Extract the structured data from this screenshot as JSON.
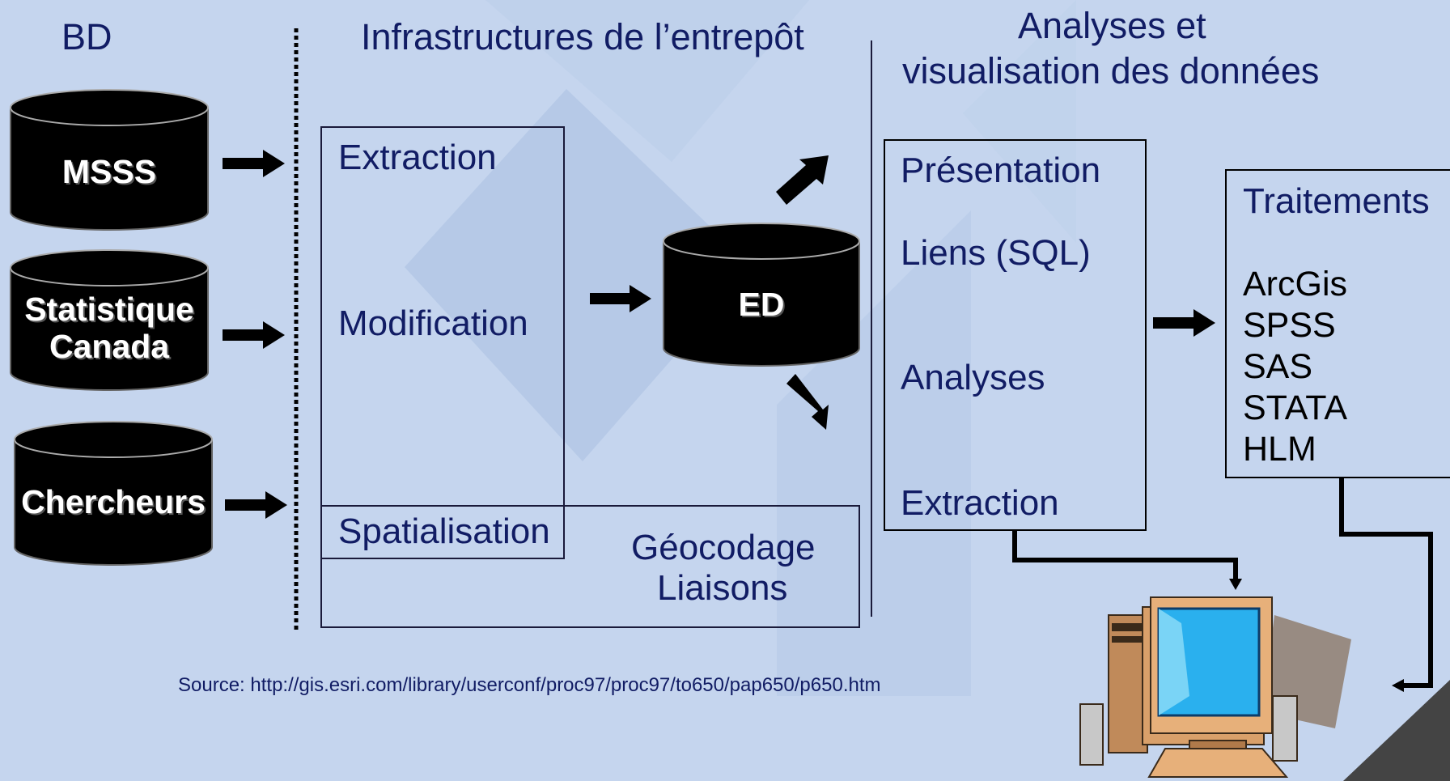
{
  "headers": {
    "bd": "BD",
    "infrastructure": "Infrastructures de l’entrepôt",
    "analyses_line1": "Analyses et",
    "analyses_line2": "visualisation des données"
  },
  "databases": {
    "msss": "MSSS",
    "statcan_line1": "Statistique",
    "statcan_line2": "Canada",
    "chercheurs": "Chercheurs",
    "ed": "ED"
  },
  "warehouse": {
    "extraction": "Extraction",
    "modification": "Modification",
    "spatialisation": "Spatialisation",
    "geocodage": "Géocodage",
    "liaisons": "Liaisons"
  },
  "analysis_box": {
    "presentation": "Présentation",
    "liens": "Liens (SQL)",
    "analyses": "Analyses",
    "extraction": "Extraction"
  },
  "treatments": {
    "title": "Traitements",
    "items": [
      "ArcGis",
      "SPSS",
      "SAS",
      "STATA",
      "HLM"
    ]
  },
  "source": "Source: http://gis.esri.com/library/userconf/proc97/proc97/to650/pap650/p650.htm",
  "icons": {
    "database": "database-cylinder-icon",
    "arrow": "arrow-icon",
    "computer": "computer-icon"
  },
  "colors": {
    "background": "#c5d5ee",
    "text": "#111c64",
    "box_border": "#1a1a3a"
  }
}
